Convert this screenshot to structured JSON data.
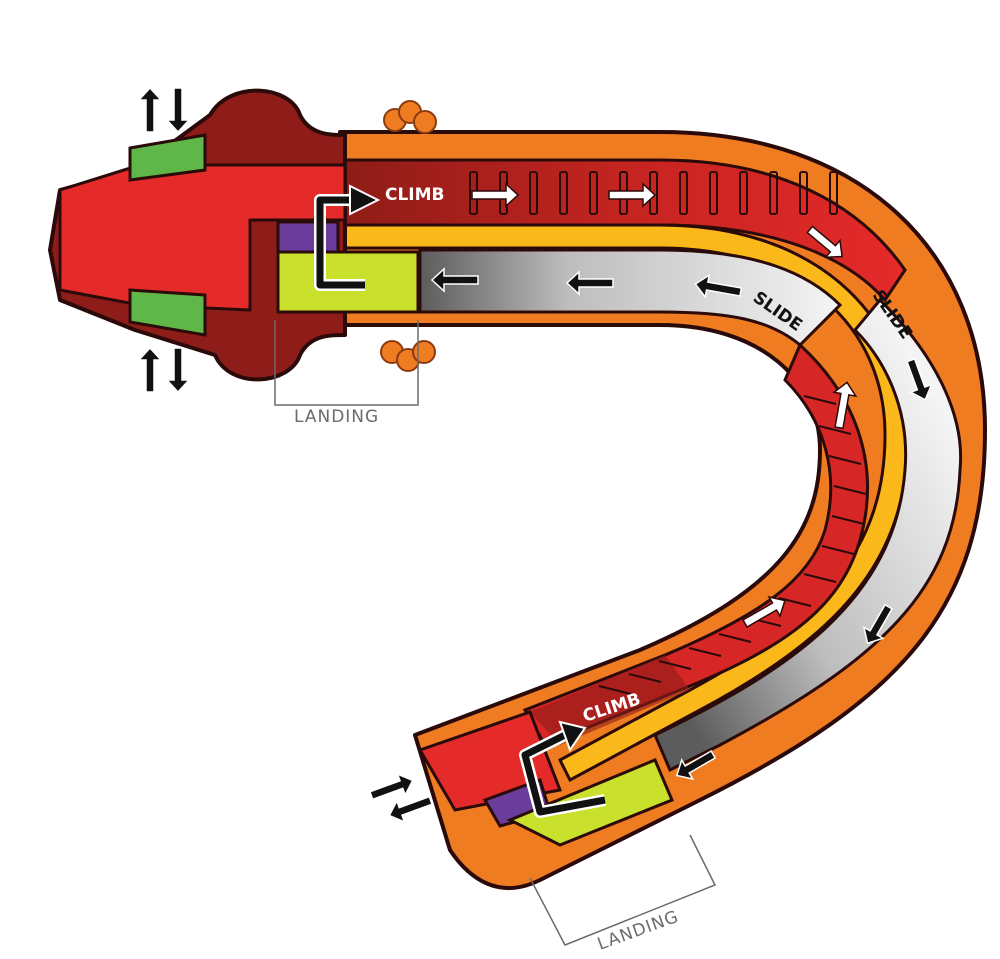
{
  "labels": {
    "climb_top": "CLIMB",
    "climb_bottom": "CLIMB",
    "slide_inner": "SLIDE",
    "slide_outer": "SLIDE",
    "landing_top": "LANDING",
    "landing_bottom": "LANDING"
  },
  "colors": {
    "outer_jacket": "#f07c22",
    "climb_lane": "#e52a2a",
    "climb_lane_dark": "#8e1c18",
    "divider": "#fbb81a",
    "slide_lane": "#dcdcdc",
    "slide_lane_dark": "#6e6e6e",
    "landing_pad": "#c9e02c",
    "purple_block": "#6a3c9c",
    "head": "#e52a2a",
    "head_dark": "#8e1c18",
    "green_pad": "#5eb748",
    "flower": "#f07c22"
  }
}
